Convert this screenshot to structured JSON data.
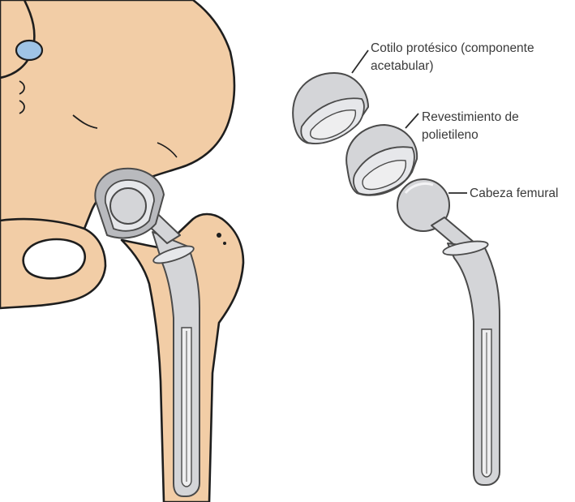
{
  "labels": {
    "cup_line1": "Cotilo protésico (componente",
    "cup_line2": "acetabular)",
    "liner_line1": "Revestimiento de",
    "liner_line2": "polietileno",
    "head": "Cabeza femural"
  }
}
